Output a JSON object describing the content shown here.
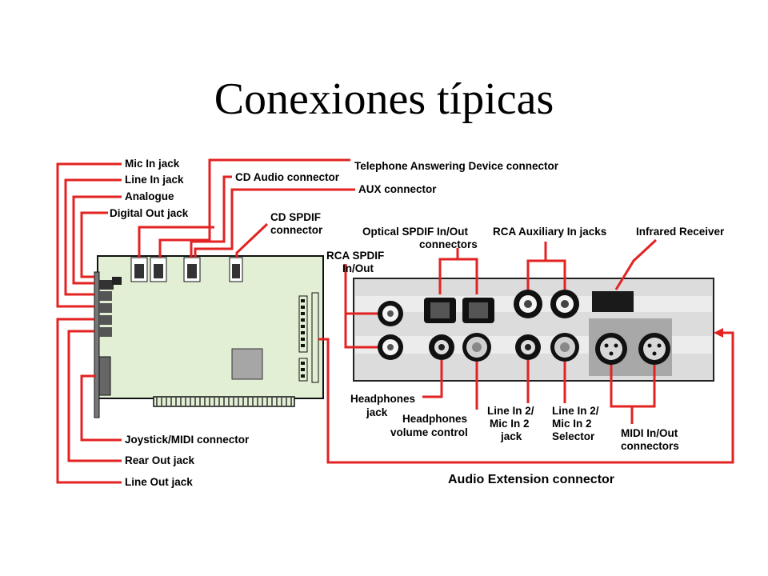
{
  "title": "Conexiones típicas",
  "colors": {
    "lines": "#e32222",
    "board": "#e2efd4",
    "panel": "#d8d8d8"
  },
  "labels": {
    "mic_in": "Mic In jack",
    "line_in": "Line In jack",
    "analogue": "Analogue",
    "digital_out": "Digital Out jack",
    "tad": "Telephone Answering Device connector",
    "cd_audio": "CD Audio connector",
    "aux": "AUX connector",
    "cd_spdif_1": "CD SPDIF",
    "cd_spdif_2": "connector",
    "optical_1": "Optical SPDIF In/Out",
    "optical_2": "connectors",
    "rca_aux": "RCA Auxiliary In jacks",
    "infrared": "Infrared Receiver",
    "rca_spdif_1": "RCA SPDIF",
    "rca_spdif_2": "In/Out",
    "headphones_1": "Headphones",
    "headphones_2": "jack",
    "hp_volume_1": "Headphones",
    "hp_volume_2": "volume control",
    "line_in2_1": "Line In 2/",
    "line_in2_2": "Mic In 2",
    "line_in2_3": "jack",
    "line_sel_1": "Line In 2/",
    "line_sel_2": "Mic In 2",
    "line_sel_3": "Selector",
    "midi_1": "MIDI In/Out",
    "midi_2": "connectors",
    "joystick": "Joystick/MIDI connector",
    "rear_out": "Rear Out jack",
    "line_out": "Line Out jack",
    "audio_ext": "Audio Extension connector"
  }
}
